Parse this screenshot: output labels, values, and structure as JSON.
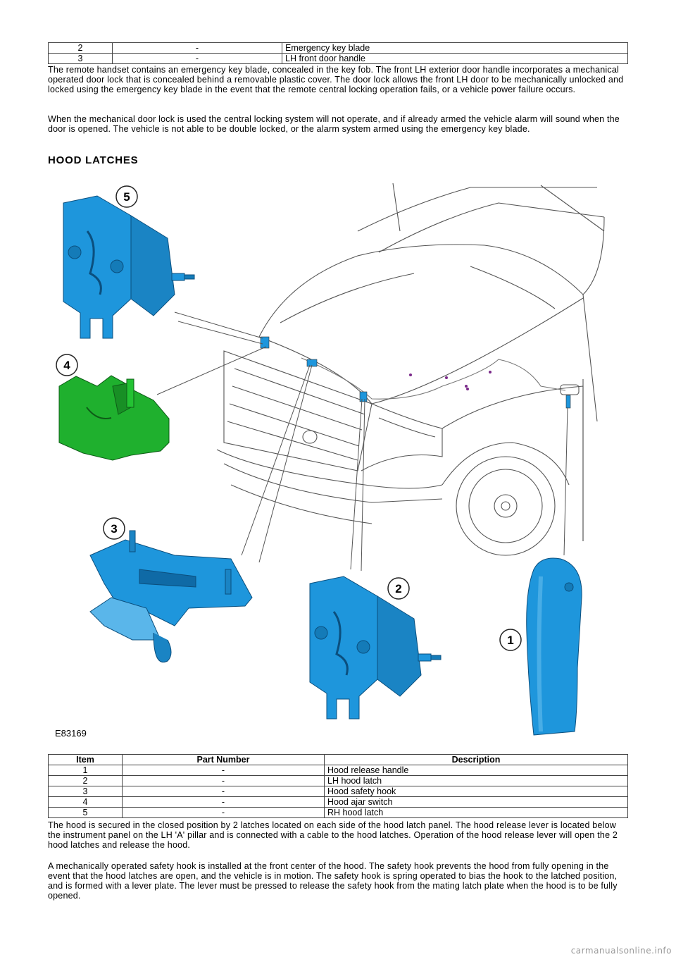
{
  "top_table": {
    "rows": [
      {
        "item": "2",
        "part": "-",
        "description": "Emergency key blade"
      },
      {
        "item": "3",
        "part": "-",
        "description": "LH front door handle"
      }
    ]
  },
  "paragraphs_intro": [
    "The remote handset contains an emergency key blade, concealed in the key fob. The front LH exterior door handle incorporates a mechanical operated door lock that is concealed behind a removable plastic cover. The door lock allows the front LH door to be mechanically unlocked and locked using the emergency key blade in the event that the remote central locking operation fails, or a vehicle power failure occurs.",
    "When the mechanical door lock is used the central locking system will not operate, and if already armed the vehicle alarm will sound when the door is opened. The vehicle is not able to be double locked, or the alarm system armed using the emergency key blade."
  ],
  "section_heading": "HOOD LATCHES",
  "figure": {
    "code": "E83169",
    "callouts": [
      "1",
      "2",
      "3",
      "4",
      "5"
    ],
    "colors": {
      "blue_part": "#1e96dc",
      "green_part": "#1fb02e",
      "line": "#555555"
    }
  },
  "parts_table": {
    "headers": {
      "item": "Item",
      "part": "Part Number",
      "description": "Description"
    },
    "rows": [
      {
        "item": "1",
        "part": "-",
        "description": "Hood release handle"
      },
      {
        "item": "2",
        "part": "-",
        "description": "LH hood latch"
      },
      {
        "item": "3",
        "part": "-",
        "description": "Hood safety hook"
      },
      {
        "item": "4",
        "part": "-",
        "description": "Hood ajar switch"
      },
      {
        "item": "5",
        "part": "-",
        "description": "RH hood latch"
      }
    ]
  },
  "paragraphs_outro": [
    "The hood is secured in the closed position by 2 latches located on each side of the hood latch panel. The hood release lever is located below the instrument panel on the LH 'A' pillar and is connected with a cable to the hood latches. Operation of the hood release lever will open the 2 hood latches and release the hood.",
    "A mechanically operated safety hook is installed at the front center of the hood. The safety hook prevents the hood from fully opening in the event that the hood latches are open, and the vehicle is in motion. The safety hook is spring operated to bias the hook to the latched position, and is formed with a lever plate. The lever must be pressed to release the safety hook from the mating latch plate when the hood is to be fully opened."
  ],
  "watermark": "carmanualsonline.info"
}
